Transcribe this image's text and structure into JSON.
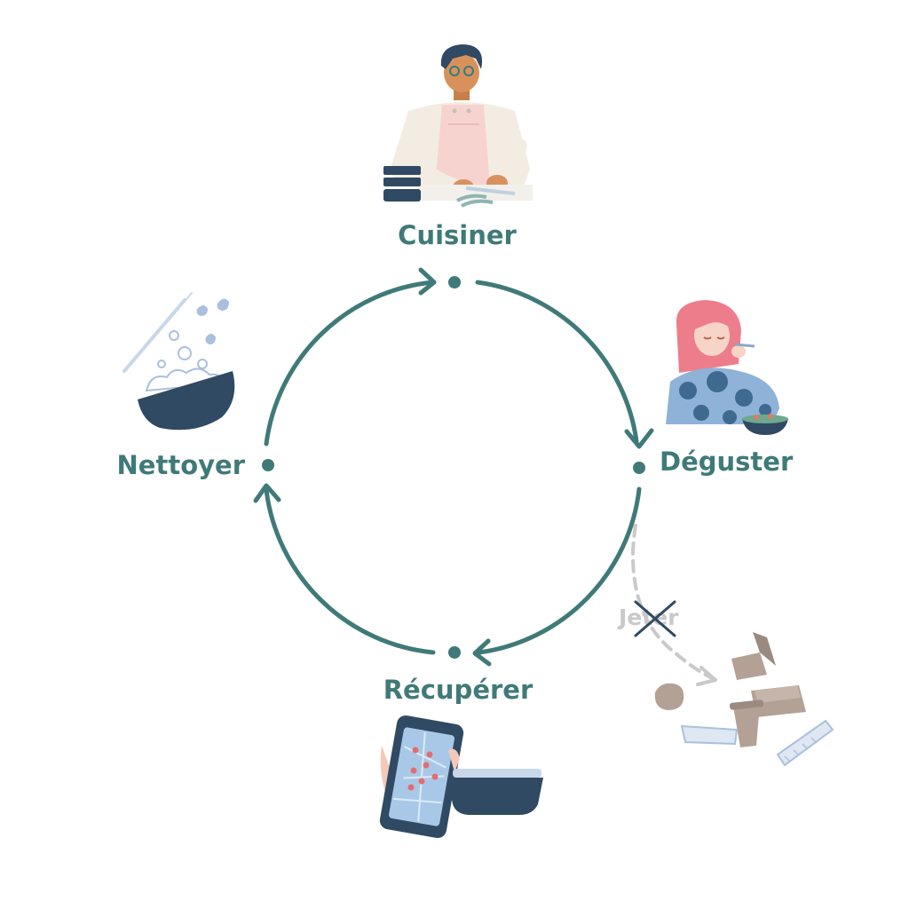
{
  "diagram": {
    "steps": [
      {
        "id": "cuisiner",
        "label": "Cuisiner"
      },
      {
        "id": "deguster",
        "label": "Déguster"
      },
      {
        "id": "recuperer",
        "label": "Récupérer"
      },
      {
        "id": "nettoyer",
        "label": "Nettoyer"
      }
    ],
    "discard": {
      "label": "Jeter"
    }
  },
  "colors": {
    "cycle": "#3f7a78",
    "navy": "#2f4a62",
    "discard": "#c9c9c9",
    "cardboard": "#b3a196"
  },
  "icons": [
    "chef-icon",
    "eating-woman-icon",
    "phone-map-icon",
    "lunchbox-icon",
    "washing-bowl-icon",
    "waste-packaging-icon"
  ]
}
